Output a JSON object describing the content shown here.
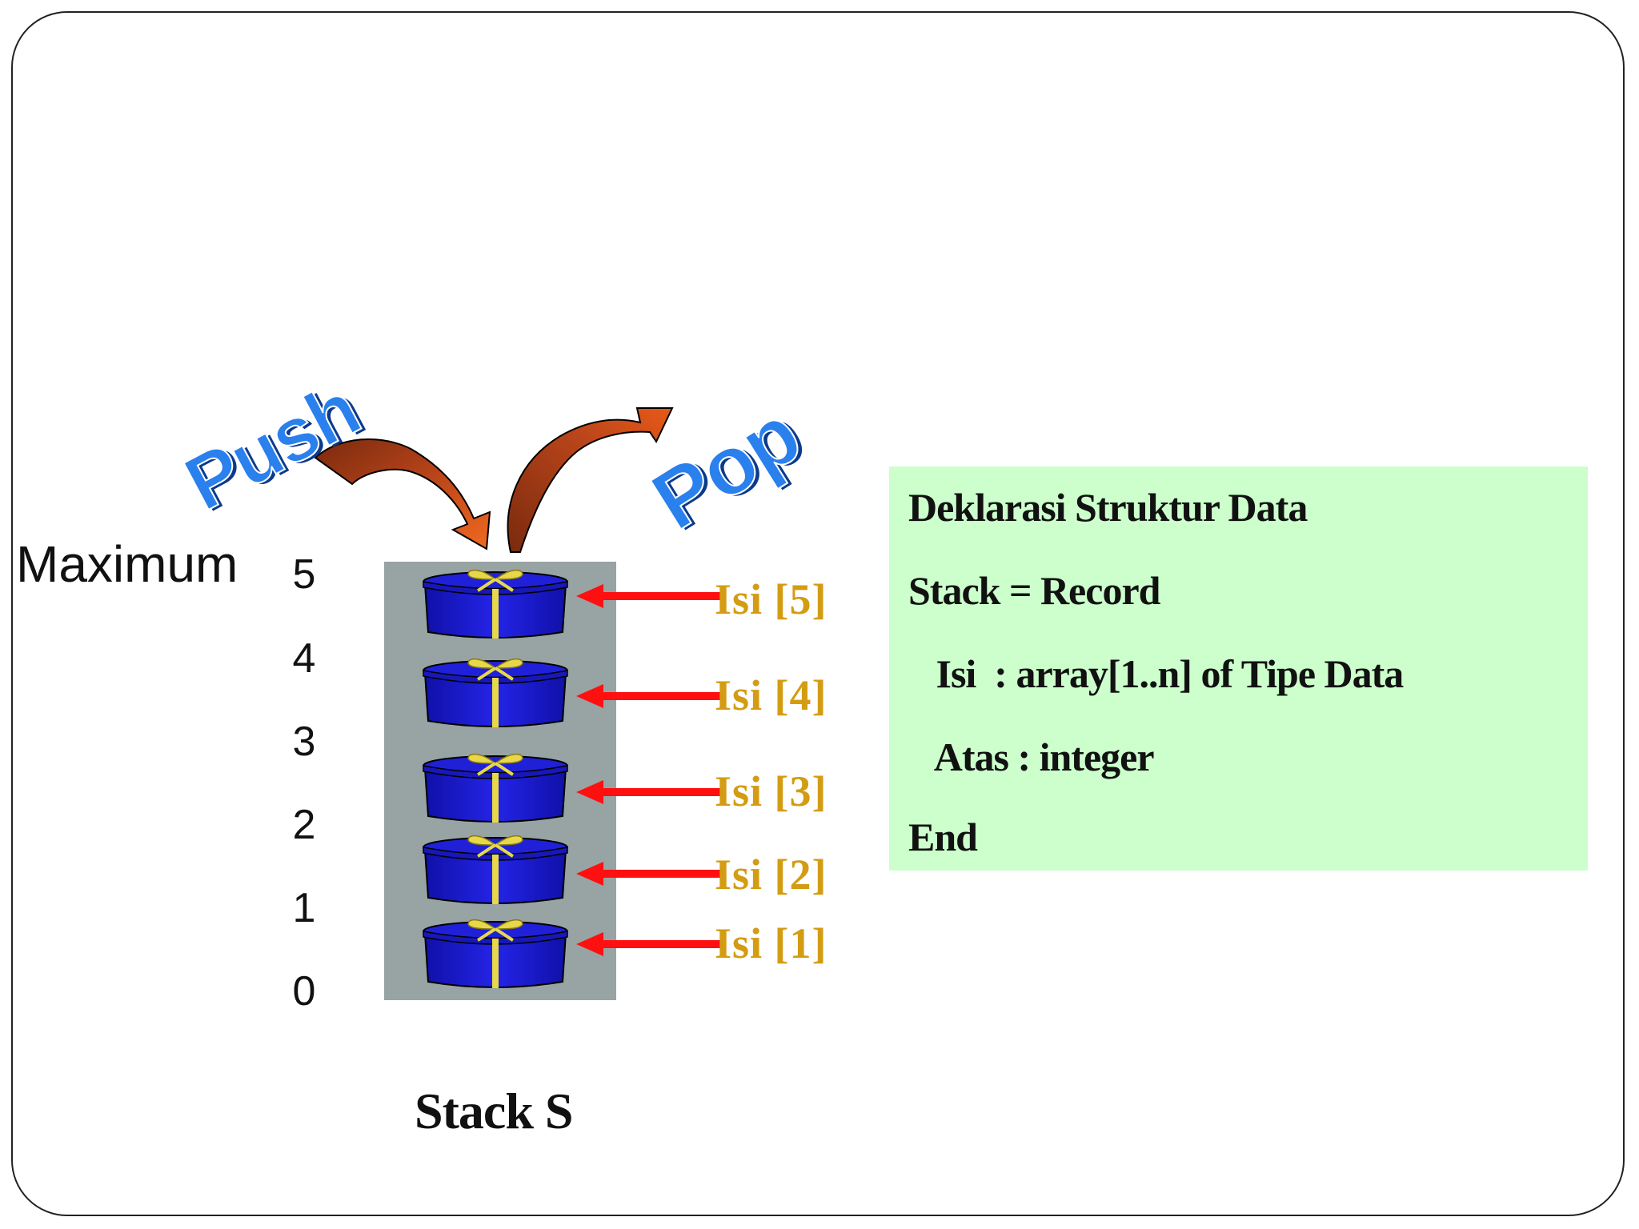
{
  "labels": {
    "maximum": "Maximum",
    "push": "Push",
    "pop": "Pop",
    "stack_caption": "Stack S"
  },
  "levels": [
    "5",
    "4",
    "3",
    "2",
    "1",
    "0"
  ],
  "slots": [
    "Isi [5]",
    "Isi [4]",
    "Isi [3]",
    "Isi [2]",
    "Isi [1]"
  ],
  "code": {
    "title": "Deklarasi Struktur Data",
    "line1": "Stack = Record",
    "line2": "   Isi  : array[1..n] of Tipe Data",
    "line3": "   Atas : integer",
    "line4": "End"
  },
  "colors": {
    "stack_bg": "#98a4a4",
    "box_blue": "#1a1ad0",
    "ribbon": "#e6d84a",
    "arrow_red": "#ff1010",
    "isi_gold": "#d39c12",
    "code_bg": "#ccffcc",
    "wordart_blue": "#1f6fe0",
    "curve_arrow": "#b8441a"
  }
}
